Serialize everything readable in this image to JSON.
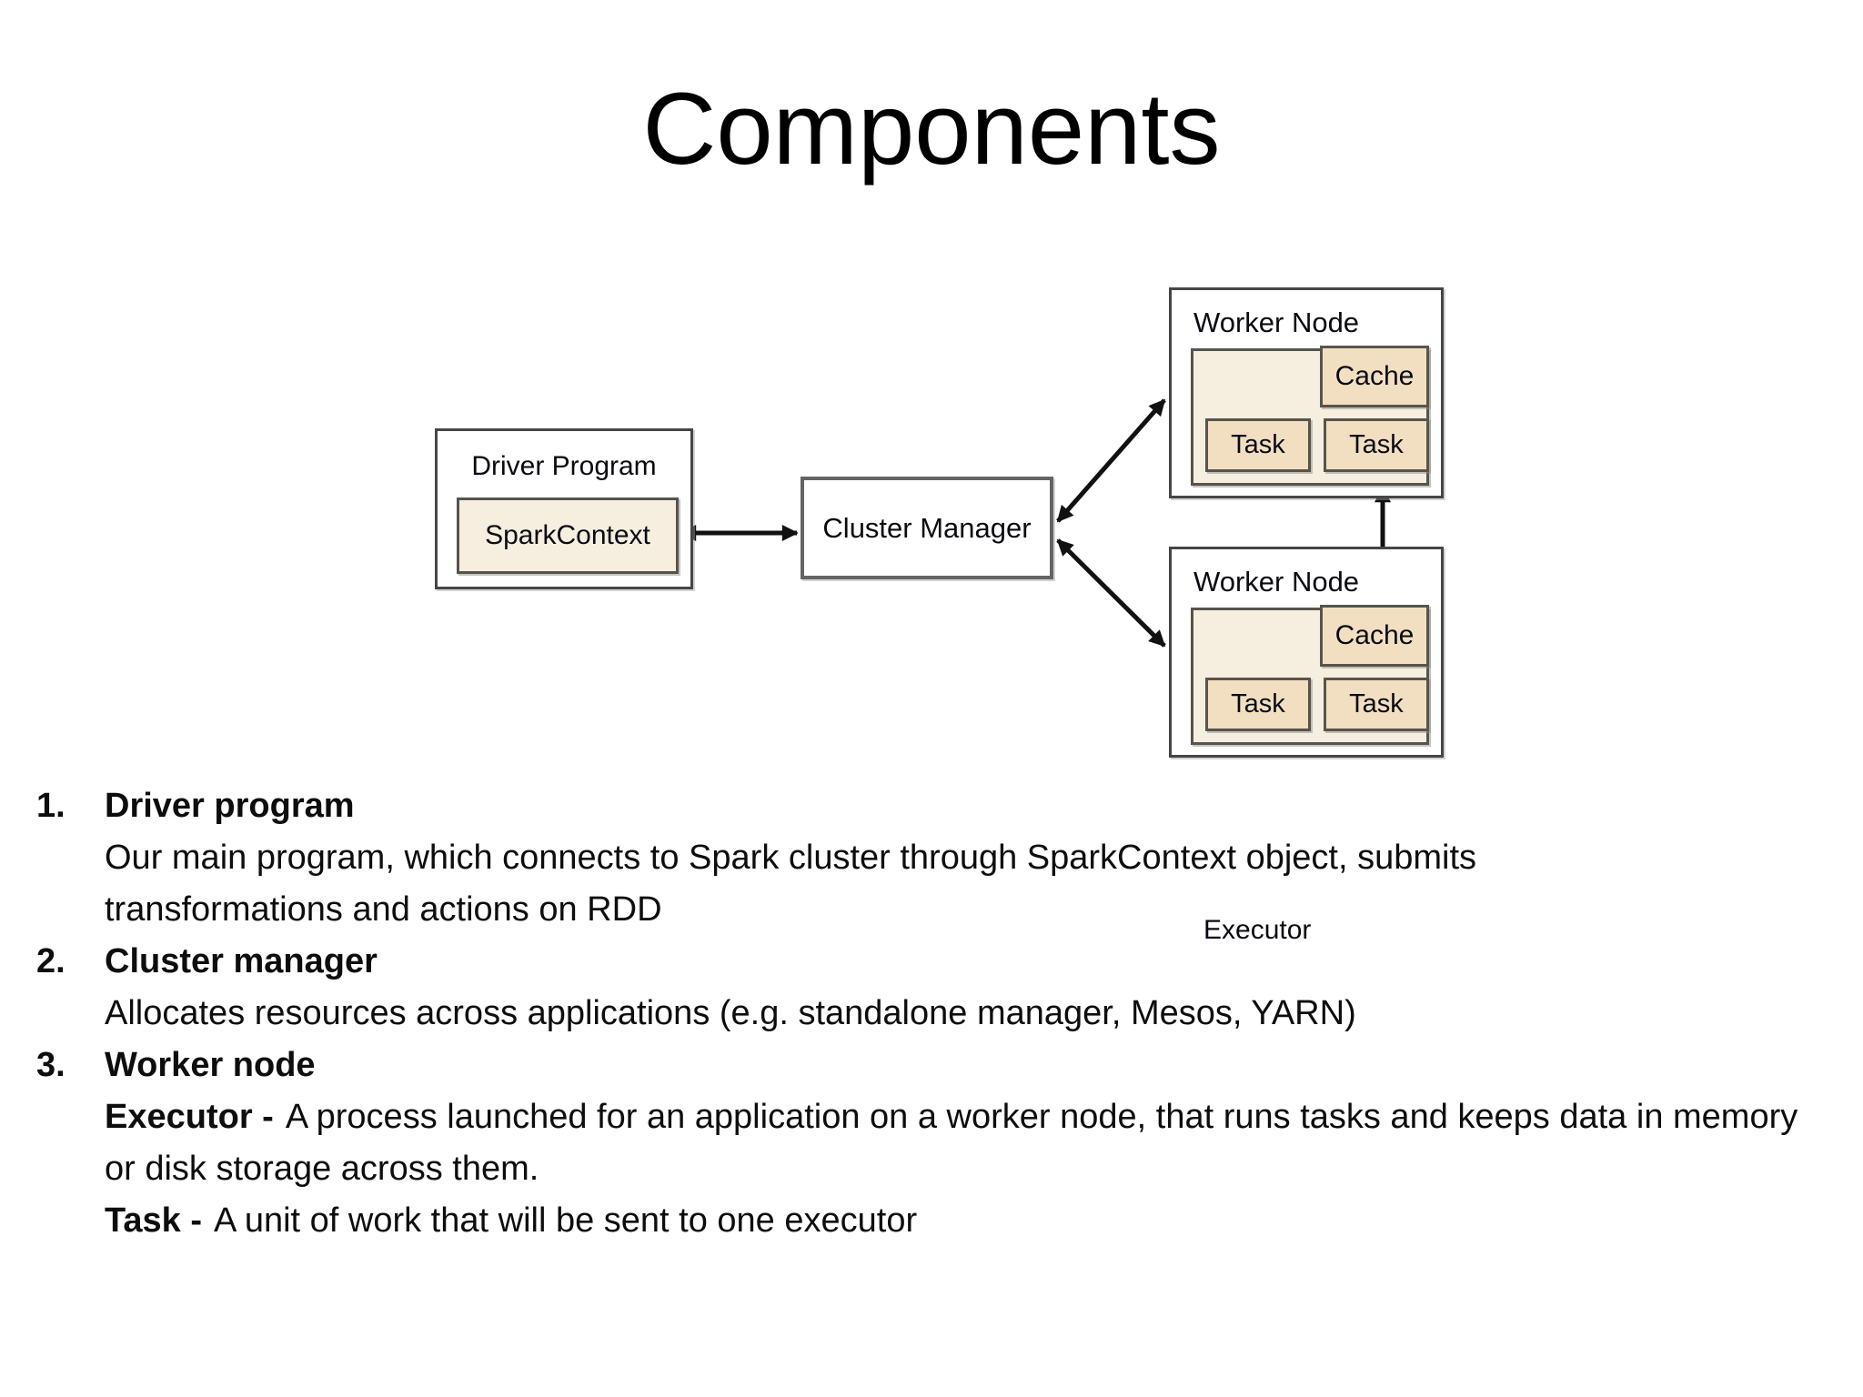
{
  "title": "Components",
  "diagram": {
    "driver_program_label": "Driver Program",
    "spark_context_label": "SparkContext",
    "cluster_manager_label": "Cluster Manager",
    "worker_node": {
      "label": "Worker Node",
      "executor_label": "Executor",
      "cache_label": "Cache",
      "task_label": "Task"
    }
  },
  "list": {
    "items": [
      {
        "number": "1.",
        "heading": "Driver program",
        "body": "Our main program, which connects to Spark cluster through SparkContext object, submits transformations and actions on RDD"
      },
      {
        "number": "2.",
        "heading": "Cluster manager",
        "body": "Allocates resources across applications (e.g. standalone manager, Mesos, YARN)"
      },
      {
        "number": "3.",
        "heading": "Worker node",
        "definitions": [
          {
            "term": "Executor -",
            "description": "A process launched for an application on a worker node, that runs tasks and keeps data in memory or disk storage across them."
          },
          {
            "term": "Task -",
            "description": "A unit of work that will be sent to one executor"
          }
        ]
      }
    ]
  },
  "colors": {
    "box_cream": "#f6efdf",
    "box_peach": "#f2dfc1",
    "arrow_color": "#111111"
  }
}
